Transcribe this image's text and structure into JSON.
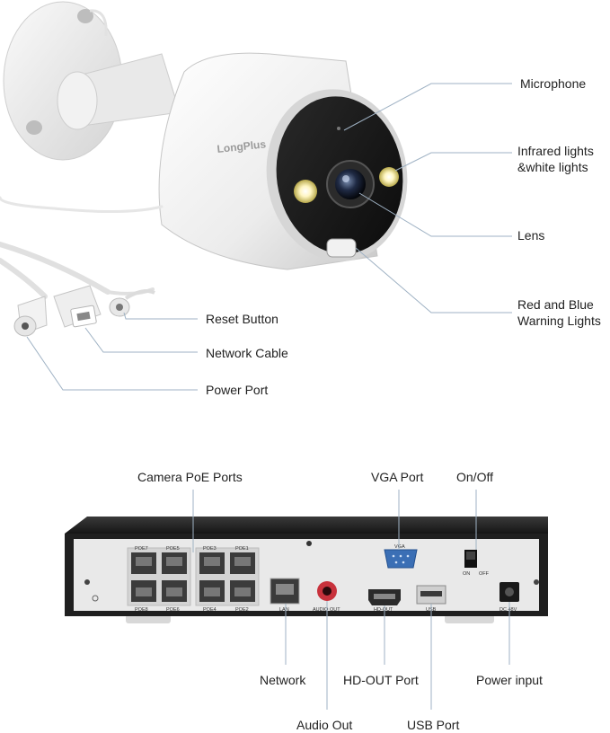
{
  "camera": {
    "brand": "LongPlus",
    "labels": {
      "microphone": "Microphone",
      "infrared_line1": "Infrared lights",
      "infrared_line2": "&white lights",
      "lens": "Lens",
      "warning_line1": "Red and Blue",
      "warning_line2": "Warning Lights",
      "reset": "Reset Button",
      "network_cable": "Network Cable",
      "power_port": "Power Port"
    }
  },
  "nvr": {
    "labels": {
      "poe_ports": "Camera PoE Ports",
      "vga": "VGA Port",
      "onoff": "On/Off",
      "network": "Network",
      "hdout": "HD-OUT Port",
      "power_input": "Power input",
      "audio_out": "Audio Out",
      "usb": "USB Port"
    },
    "panel_text": {
      "poe7": "POE7",
      "poe5": "POE5",
      "poe3": "POE3",
      "poe1": "POE1",
      "poe8": "POE8",
      "poe6": "POE6",
      "poe4": "POE4",
      "poe2": "POE2",
      "lan": "LAN",
      "audio_out": "AUDIO OUT",
      "vga": "VGA",
      "hd_out": "HD-OUT",
      "usb": "USB",
      "on": "ON",
      "off": "OFF",
      "dc": "DC 48V"
    }
  },
  "colors": {
    "leader_line": "#9fb2c4",
    "camera_white": "#eeeeee",
    "nvr_body": "#1f1f1f",
    "nvr_panel": "#e9e9e9",
    "vga_blue": "#3b6fb5",
    "audio_red": "#c8323c"
  }
}
